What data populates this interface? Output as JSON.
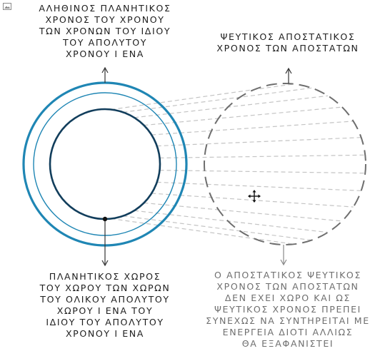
{
  "labels": {
    "top_left": [
      "ΑΛΗΘΙΝΟΣ ΠΛΑΝΗΤΙΚΟΣ",
      "ΧΡΟΝΟΣ ΤΟΥ ΧΡΟΝΟΥ",
      "ΤΩΝ ΧΡΟΝΩΝ ΤΟΥ ΙΔΙΟΥ",
      "ΤΟΥ ΑΠΟΛΥΤΟΥ",
      "ΧΡΟΝΟΥ Ι ΕΝΑ"
    ],
    "top_right": [
      "ΨΕΥΤΙΚΟΣ ΑΠΟΣΤΑΤΙΚΟΣ",
      "ΧΡΟΝΟΣ ΤΩΝ ΑΠΟΣΤΑΤΩΝ"
    ],
    "bottom_left": [
      "ΠΛΑΝΗΤΙΚΟΣ ΧΩΡΟΣ",
      "ΤΟΥ ΧΩΡΟΥ ΤΩΝ ΧΩΡΩΝ",
      "ΤΟΥ ΟΛΙΚΟΥ ΑΠΟΛΥΤΟΥ",
      "ΧΩΡΟΥ Ι ΕΝΑ ΤΟΥ",
      "ΙΔΙΟΥ ΤΟΥ ΑΠΟΛΥΤΟΥ",
      "ΧΡΟΝΟΥ Ι ΕΝΑ"
    ],
    "bottom_right": [
      "Ο ΑΠΟΣΤΑΤΙΚΟΣ ΨΕΥΤΙΚΟΣ",
      "ΧΡΟΝΟΣ ΤΩΝ ΑΠΟΣΤΑΤΩΝ",
      "ΔΕΝ ΕΧΕΙ ΧΩΡΟ ΚΑΙ ΩΣ",
      "ΨΕΥΤΙΚΟΣ ΧΡΟΝΟΣ ΠΡΕΠΕΙ",
      "ΣΥΝΕΧΩΣ ΝΑ ΣΥΝΤΗΡΕΙΤΑΙ ΜΕ",
      "ΕΝΕΡΓΕΙΑ ΔΙΟΤΙ ΑΛΛΙΩΣ",
      "ΘΑ ΕΞΑΦΑΝΙΣΤΕΙ"
    ]
  },
  "colors": {
    "outer_ring": "#1f86b4",
    "inner_circle": "#123e5c",
    "dashed_circle": "#6e6e6e",
    "projection_lines": "#c4c4c4",
    "text_dark": "#1e1e1e",
    "text_grey": "#6f6f6f"
  },
  "icons": [
    "image-icon",
    "move-cursor-icon"
  ]
}
